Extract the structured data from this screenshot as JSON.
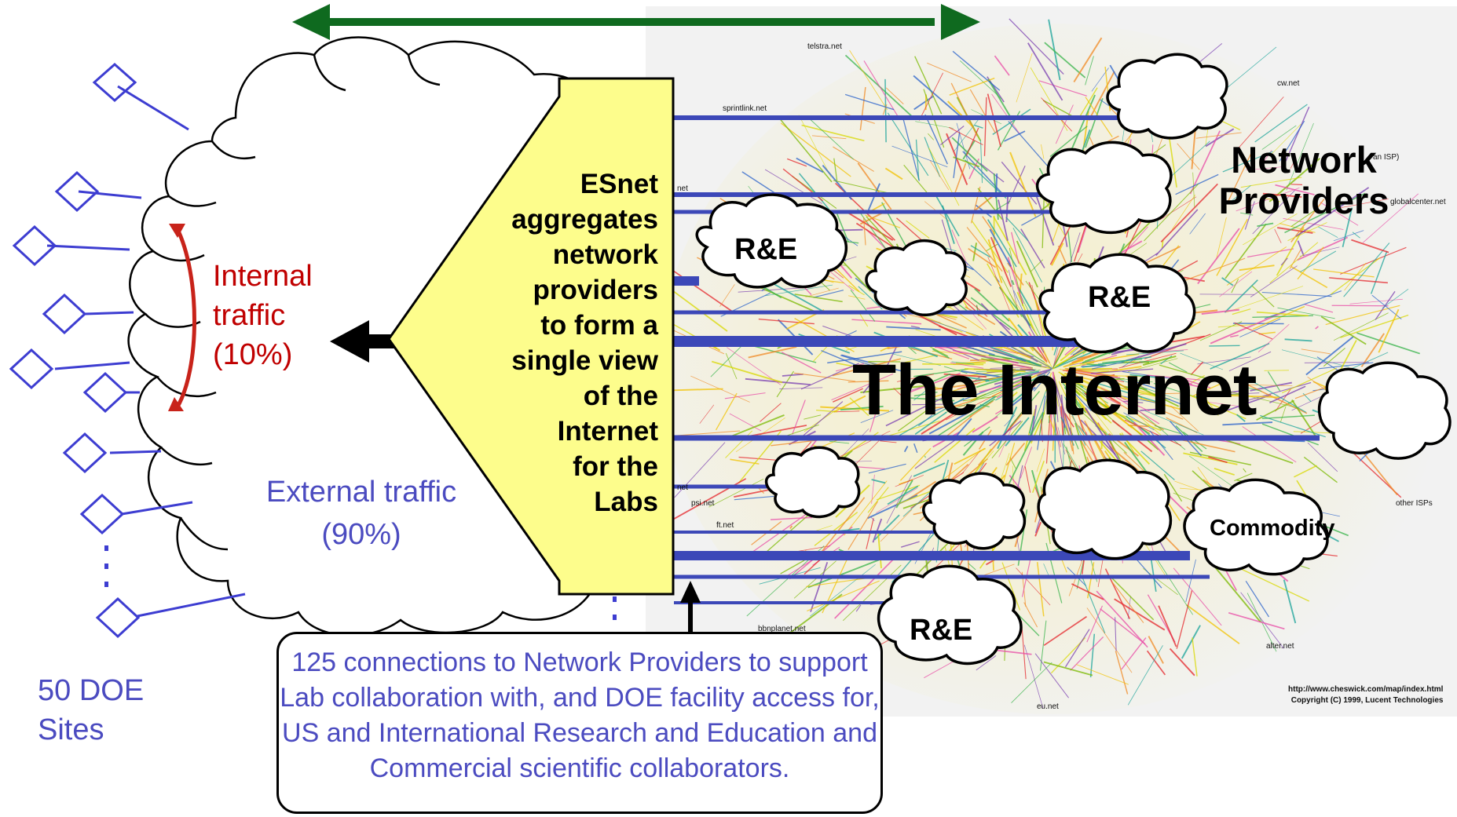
{
  "left_cloud": {
    "internal_traffic": [
      "Internal",
      "traffic",
      "(10%)"
    ],
    "external_traffic": [
      "External traffic",
      "(90%)"
    ]
  },
  "doe_sites_label": [
    "50 DOE",
    "Sites"
  ],
  "esnet_callout": [
    "ESnet",
    "aggregates",
    "network",
    "providers",
    "to form a",
    "single view",
    "of the",
    "Internet",
    "for the",
    "Labs"
  ],
  "bottom_box": "125 connections to Network Providers to support Lab collaboration with, and DOE facility access for, US and International Research and Education and Commercial scientific collaborators.",
  "internet_map": {
    "title": "The Internet",
    "network_providers": [
      "Network",
      "Providers"
    ],
    "cloud_labels": {
      "re_1": "R&E",
      "re_2": "R&E",
      "re_3": "R&E",
      "commodity": "Commodity"
    },
    "isp_labels": {
      "telstra": "telstra.net",
      "sprintlink": "sprintlink.net",
      "cw": "cw.net",
      "an_isp": "an ISP)",
      "globalcenter": "globalcenter.net",
      "net_left": "net",
      "psi": "psi.net",
      "ft": "ft.net",
      "other_isps": "other ISPs",
      "bbnplanet": "bbnplanet.net",
      "alter": "alter.net",
      "eu": "eu.net",
      "net2": "net"
    },
    "credit": [
      "http://www.cheswick.com/map/index.html",
      "Copyright (C) 1999, Lucent Technologies"
    ]
  },
  "colors": {
    "site_blue": "#3d3dd1",
    "line_blue": "#3c48b8",
    "arrow_green": "#0f6a1f",
    "internal_red": "#c8231a",
    "callout_yellow": "#fdfd8c"
  }
}
